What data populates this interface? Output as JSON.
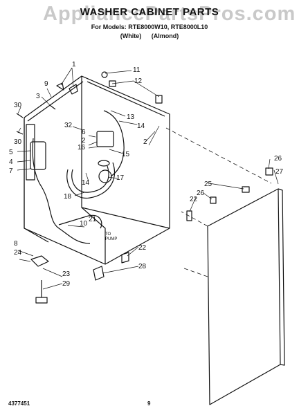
{
  "header": {
    "watermark": "AppliancePartsPros.com",
    "title": "WASHER CABINET PARTS",
    "models": "For Models: RTE8000W10, RTE8000L10",
    "color_1": "(White)",
    "color_2": "(Almond)"
  },
  "diagram": {
    "callouts": [
      "1",
      "2",
      "2",
      "3",
      "4",
      "5",
      "6",
      "7",
      "8",
      "9",
      "10",
      "11",
      "12",
      "13",
      "14",
      "14",
      "15",
      "16",
      "17",
      "18",
      "21",
      "22",
      "22",
      "23",
      "24",
      "25",
      "26",
      "26",
      "27",
      "28",
      "29",
      "30",
      "30",
      "32"
    ],
    "pump_label_1": "TO",
    "pump_label_2": "PUMP"
  },
  "footer": {
    "part_number": "4377451",
    "page_number": "9"
  }
}
